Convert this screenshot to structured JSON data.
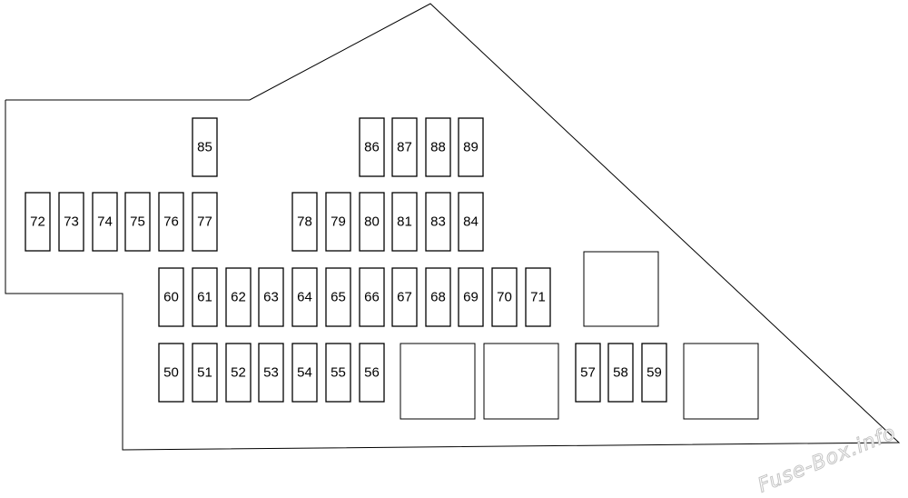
{
  "diagram": {
    "colors": {
      "stroke": "#000000",
      "background": "#ffffff",
      "watermark": "#c4c4c4"
    },
    "rows": [
      [
        "85",
        "86",
        "87",
        "88",
        "89"
      ],
      [
        "72",
        "73",
        "74",
        "75",
        "76",
        "77",
        "78",
        "79",
        "80",
        "81",
        "83",
        "84"
      ],
      [
        "60",
        "61",
        "62",
        "63",
        "64",
        "65",
        "66",
        "67",
        "68",
        "69",
        "70",
        "71"
      ],
      [
        "50",
        "51",
        "52",
        "53",
        "54",
        "55",
        "56",
        "57",
        "58",
        "59"
      ]
    ],
    "relay_count": 4
  },
  "watermark": "Fuse-Box.info"
}
